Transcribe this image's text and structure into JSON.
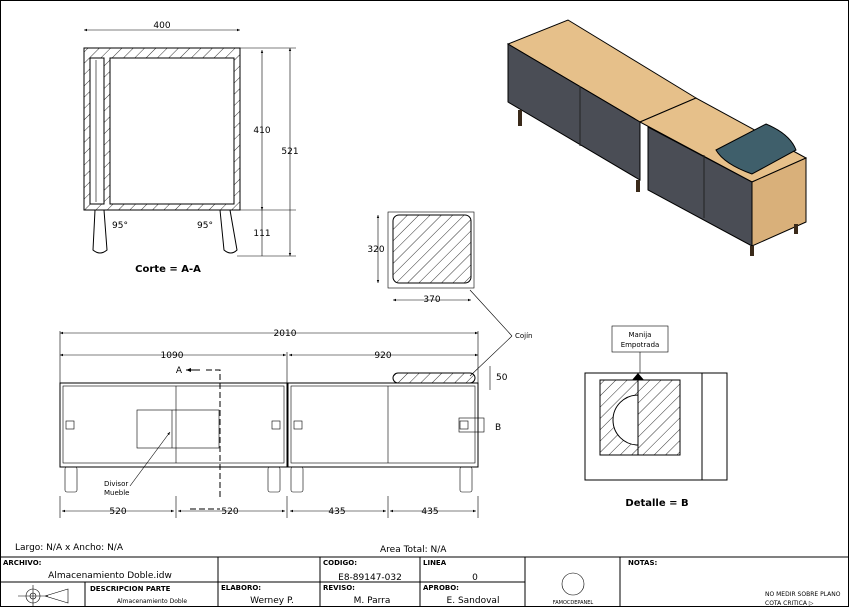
{
  "section_aa": {
    "width": "400",
    "height_inner": "410",
    "height_total": "521",
    "leg_height": "111",
    "angle_left": "95°",
    "angle_right": "95°",
    "caption": "Corte = A-A"
  },
  "cushion_section": {
    "height": "320",
    "width": "370"
  },
  "front_view": {
    "total": "2010",
    "left": "1090",
    "right": "920",
    "cushion_height": "50",
    "bottom_dims": [
      "520",
      "520",
      "435",
      "435"
    ],
    "cut_label": "A",
    "detail_label": "B",
    "divider_label_1": "Divisor",
    "divider_label_2": "Mueble",
    "cushion_label": "Cojín"
  },
  "detail_b": {
    "label_1": "Manija",
    "label_2": "Empotrada",
    "caption": "Detalle = B"
  },
  "colors": {
    "wood": "#d9b07a",
    "door": "#4a4d55",
    "cushion": "#3f5f6b"
  },
  "title_block": {
    "largo": "Largo: N/A x Ancho: N/A",
    "area": "Area Total: N/A",
    "archivo_label": "ARCHIVO:",
    "archivo": "Almacenamiento Doble.idw",
    "codigo_label": "CODIGO:",
    "codigo": "E8-89147-032",
    "linea_label": "LINEA",
    "linea": "0",
    "descripcion_label": "DESCRIPCION PARTE",
    "descripcion": "Almacenamiento Doble",
    "elaboro_label": "ELABORO:",
    "elaboro": "Werney P.",
    "reviso_label": "REVISO:",
    "reviso": "M. Parra",
    "aprobo_label": "APROBO:",
    "aprobo": "E. Sandoval",
    "logo": "FAMOCDEPANEL",
    "notas_label": "NOTAS:",
    "note_1": "NO MEDIR SOBRE PLANO",
    "note_2": "COTA CRITICA ▷"
  }
}
